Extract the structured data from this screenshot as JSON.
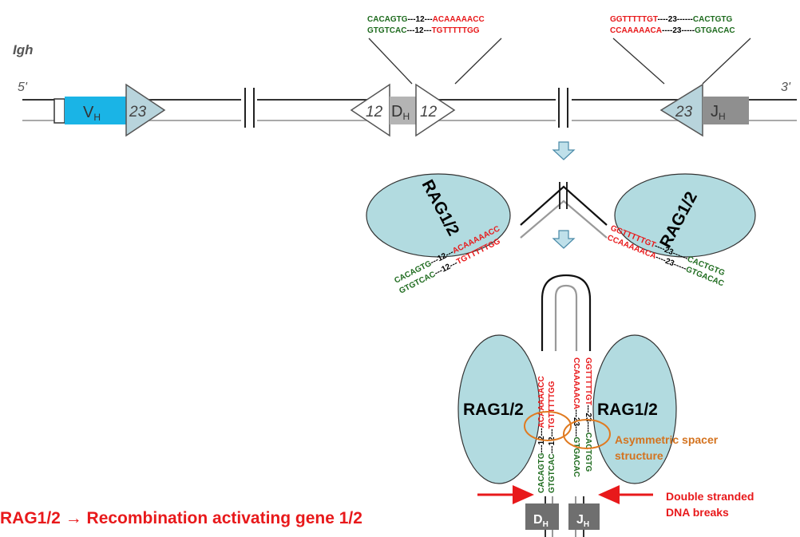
{
  "gene": {
    "name": "Igh",
    "five_prime": "5'",
    "three_prime": "3'",
    "v_label": "V",
    "v_sub": "H",
    "d_label": "D",
    "d_sub": "H",
    "j_label": "J",
    "j_sub": "H",
    "rss_23": "23",
    "rss_12": "12"
  },
  "rss_12_top": {
    "line1": {
      "a": "CACAGTG",
      "b": "---12---",
      "c": "ACAAAAACC"
    },
    "line2": {
      "a": "GTGTCAC",
      "b": "---12---",
      "c": "TGTTTTTGG"
    }
  },
  "rss_23_top": {
    "line1": {
      "a": "GGTTTTTGT",
      "b": "----23------",
      "c": "CACTGTG"
    },
    "line2": {
      "a": "CCAAAAACA",
      "b": "----23-----",
      "c": "GTGACAC"
    }
  },
  "middle": {
    "rag_label": "RAG1/2",
    "left_line1": {
      "a": "CACAGTG",
      "b": "---12---",
      "c": "ACAAAAACC"
    },
    "left_line2": {
      "a": "GTGTCAC",
      "b": "---12---",
      "c": "TGTTTTTGG"
    },
    "right_line1": {
      "a": "GGTTTTTGT",
      "b": "----23------",
      "c": "CACTGTG"
    },
    "right_line2": {
      "a": "CCAAAAACA",
      "b": "----23-----",
      "c": "GTGACAC"
    }
  },
  "bottom": {
    "rag_label": "RAG1/2",
    "col1": {
      "a": "CACAGTG",
      "b": "---12---",
      "c": "ACAAAAACC"
    },
    "col2": {
      "a": "GTGTCAC",
      "b": "---12---",
      "c": "TGTTTTTGG"
    },
    "col3": {
      "a": "CCAAAAACA",
      "b": "---23----",
      "c": "GTGACAC"
    },
    "col4": {
      "a": "GGTTTTTGT",
      "b": "---23----",
      "c": "CACTGTG"
    },
    "asym_line1": "Asymmetric spacer",
    "asym_line2": "structure",
    "dsb_line1": "Double stranded",
    "dsb_line2": "DNA breaks",
    "dh_label": "D",
    "dh_sub": "H",
    "jh_label": "J",
    "jh_sub": "H"
  },
  "footer": "RAG1/2 → Recombination activating gene 1/2",
  "colors": {
    "v_segment": "#1ab4e6",
    "rss_triangle": "#b8d4dc",
    "rag_ellipse": "#b2dbe0",
    "segment_gray": "#8f8f8f",
    "seq_green": "#1e6b1e",
    "seq_red": "#e8191b",
    "spacer_circle": "#e07a20",
    "annotation_red": "#e8191b"
  }
}
